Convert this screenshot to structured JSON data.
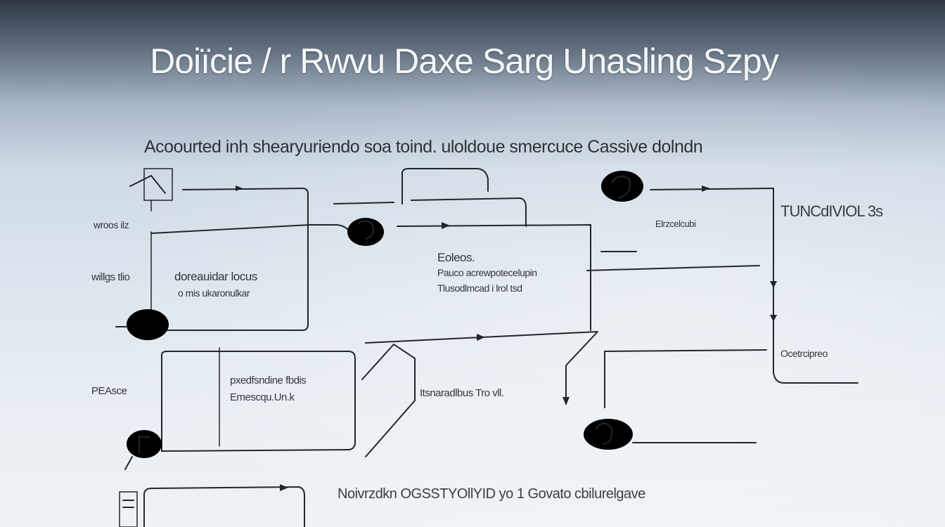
{
  "title": "Doiïcie / r Rwvu Daxe Sarg Unasling Szpy",
  "subtitle": "Acoourted inh shearyuriendo soa toind. uloldoue smercuce Cassive dolndn",
  "labels": {
    "left_top": "wroos ilz",
    "left_mid": "willgs tlio",
    "left_bottom": "PEAsce",
    "box1_line1": "doreauidar locus",
    "box1_line2": "o mis ukaronulkar",
    "center_title": "Eoleos.",
    "center_line1": "Pauco acrewpotecelupin",
    "center_line2": "Tlusodlmcad i lrol tsd",
    "right_small": "Elrzcelcubi",
    "right_title": "TUNCdIVIOL 3s",
    "right_bottom": "Ocetrcipreo",
    "box2_line1": "pxedfsndine fbdis",
    "box2_line2": "Emescqu.Un.k",
    "middle_bottom": "Itsnaradlbus Tro vll.",
    "footer": "Noivrzdkn OGSSTYOllYID yo 1 Govato cbilurelgave"
  }
}
